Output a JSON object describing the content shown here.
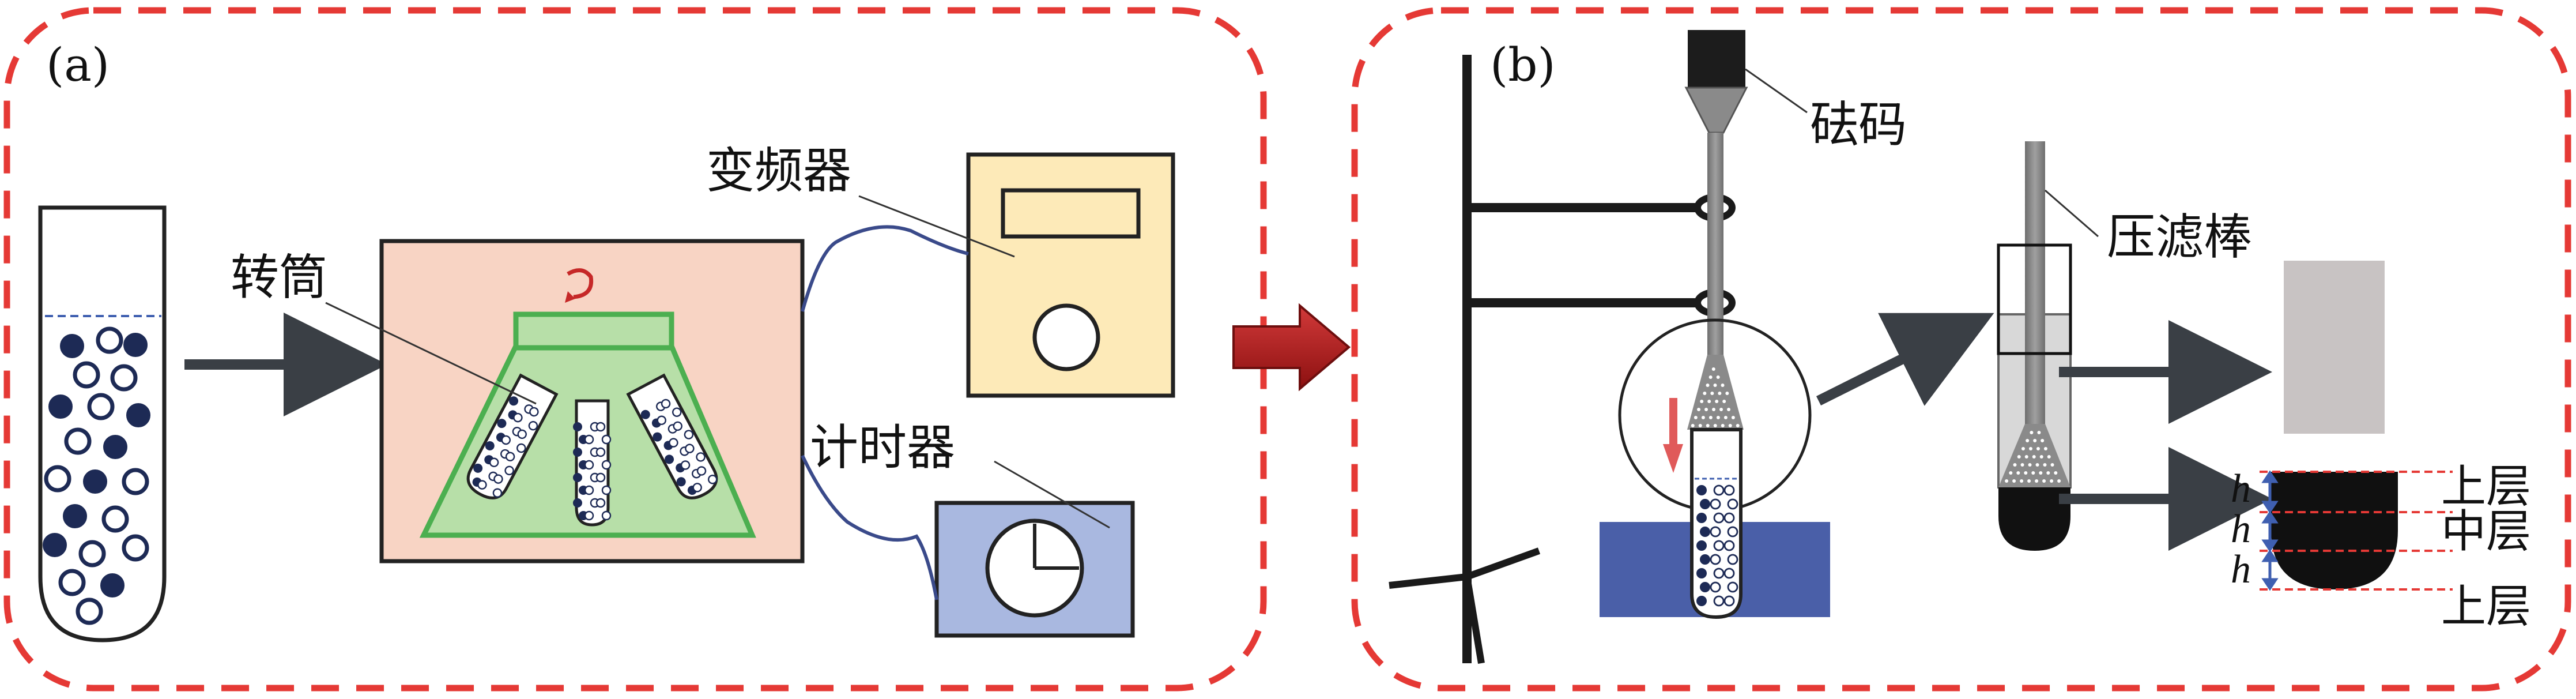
{
  "panel_a": {
    "tag": "(a)",
    "drum_label": "转筒",
    "inverter_label": "变频器",
    "timer_label": "计时器"
  },
  "panel_b": {
    "tag": "(b)",
    "weight_label": "砝码",
    "press_rod_label": "压滤棒",
    "layers": [
      "上层",
      "中层",
      "上层"
    ],
    "h_symbol": "h"
  },
  "colors": {
    "dashed_border": "#e53935",
    "drum_box": "#f8d4c4",
    "trapezoid": "#b7dfa8",
    "trapezoid_edge": "#4caf50",
    "inverter_box": "#fdeab8",
    "timer_box": "#a9b8e0",
    "arrow": "#3a3f45",
    "big_arrow": "#b51f1f",
    "water_bath": "#4a5fa8",
    "weight": "#1c1c1c",
    "rod": "#8a8a8a",
    "sample_gray": "#c8c3c3",
    "sample_black": "#101010"
  }
}
